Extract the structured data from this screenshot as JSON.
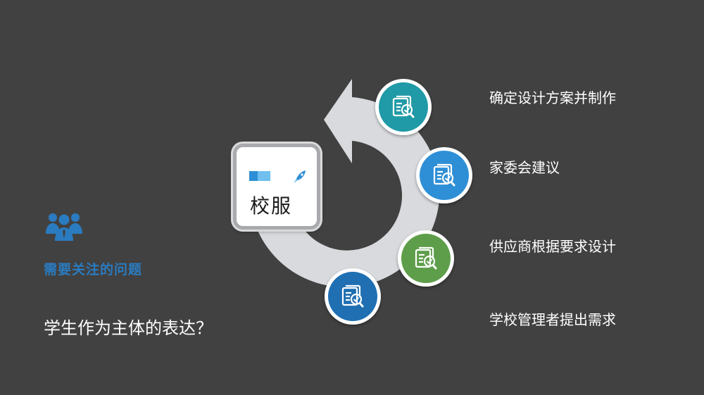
{
  "heading": "需要关注的问题",
  "question": "学生作为主体的表达？",
  "logo": {
    "text": "校服"
  },
  "icons": {
    "people": "people-group-icon",
    "step": "document-check-icon",
    "logo_graphic": "rocket-icon"
  },
  "colors": {
    "background": "#414141",
    "heading": "#2a7bc0",
    "arrow": "#d8dadd",
    "step1": "#1f9aa6",
    "step2": "#2e8fd6",
    "step3": "#5e9e4a",
    "step4": "#1f6fb2"
  },
  "steps": [
    {
      "label": "确定设计方案并制作",
      "color": "#1f9aa6"
    },
    {
      "label": "家委会建议",
      "color": "#2e8fd6"
    },
    {
      "label": "供应商根据要求设计",
      "color": "#5e9e4a"
    },
    {
      "label": "学校管理者提出需求",
      "color": "#1f6fb2"
    }
  ]
}
